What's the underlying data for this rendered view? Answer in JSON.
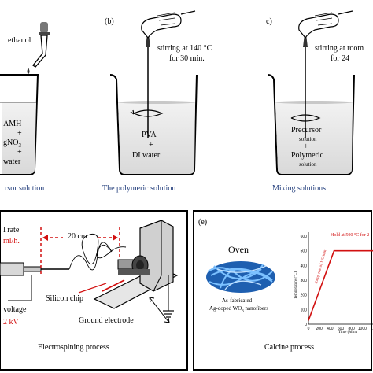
{
  "panels": {
    "a": {
      "added_liquid": "ethanol",
      "contents": [
        "AMH",
        "+",
        "gNO",
        "3",
        "+",
        "water"
      ],
      "caption": "rsor solution"
    },
    "b": {
      "letter": "(b)",
      "stir_line1": "stirring at 140 °C",
      "stir_line2": "for 30 min.",
      "contents": [
        "PVA",
        "+",
        "DI water"
      ],
      "caption": "The polymeric solution"
    },
    "c": {
      "letter": "c)",
      "stir_line1": "stirring at room",
      "stir_line2": "for 24",
      "contents": [
        "Precursor",
        "solution",
        "+",
        "Polymeric",
        "solution"
      ],
      "caption": "Mixing solutions"
    },
    "d": {
      "rate_line1": "l rate",
      "rate_line2": "ml/h.",
      "distance": "20 cm",
      "voltage": "voltage",
      "kv": "2 kV",
      "chip": "Silicon chip",
      "electrode": "Ground electrode",
      "caption": "Electrospining process"
    },
    "e": {
      "letter": "(e)",
      "oven": "Oven",
      "fibers_line1": "As-fabricated",
      "fibers_line2": "Ag-doped WO",
      "fibers_sub": "3",
      "fibers_line3": " nanofibers",
      "hold": "Hold at 500 °C for 2",
      "ramp": "Ramp rate of 1°C/min",
      "ylabel": "Temperature (°C)",
      "xlabel": "Time (Minu",
      "yticks": [
        "0",
        "100",
        "200",
        "300",
        "400",
        "500",
        "600"
      ],
      "xticks": [
        "0",
        "200",
        "400",
        "600",
        "800",
        "1000",
        "12"
      ],
      "caption": "Calcine process"
    }
  },
  "colors": {
    "caption_blue": "#1f3b7a",
    "accent_red": "#d21010",
    "fiber_blue": "#2f7fd6"
  }
}
